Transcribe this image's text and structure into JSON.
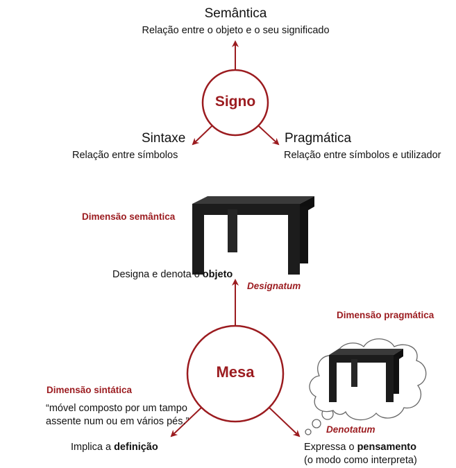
{
  "top": {
    "center": {
      "label": "Signo"
    },
    "semantica": {
      "title": "Semântica",
      "desc": "Relação entre o objeto e o seu significado"
    },
    "sintaxe": {
      "title": "Sintaxe",
      "desc": "Relação entre símbolos"
    },
    "pragmatica": {
      "title": "Pragmática",
      "desc": "Relação entre símbolos e utilizador"
    }
  },
  "bottom": {
    "center": {
      "label": "Mesa"
    },
    "semantic": {
      "heading": "Dimensão semântica",
      "line_prefix": "Designa e denota o ",
      "line_bold": "objeto",
      "arrow_label": "Designatum"
    },
    "syntactic": {
      "heading": "Dimensão sintática",
      "quote_line1": "“móvel composto por um tampo",
      "quote_line2": "assente num ou em vários pés.”",
      "line_prefix": "Implica a ",
      "line_bold": "definição"
    },
    "pragmatic": {
      "heading": "Dimensão pragmática",
      "thought_label": "Denotatum",
      "line_prefix": "Expressa o ",
      "line_bold": "pensamento",
      "line2": "(o modo como interpreta)"
    }
  },
  "colors": {
    "accent": "#9b1b1f",
    "text": "#111111",
    "table": "#1c1c1c"
  },
  "icons": [
    "table-image",
    "thought-cloud"
  ]
}
